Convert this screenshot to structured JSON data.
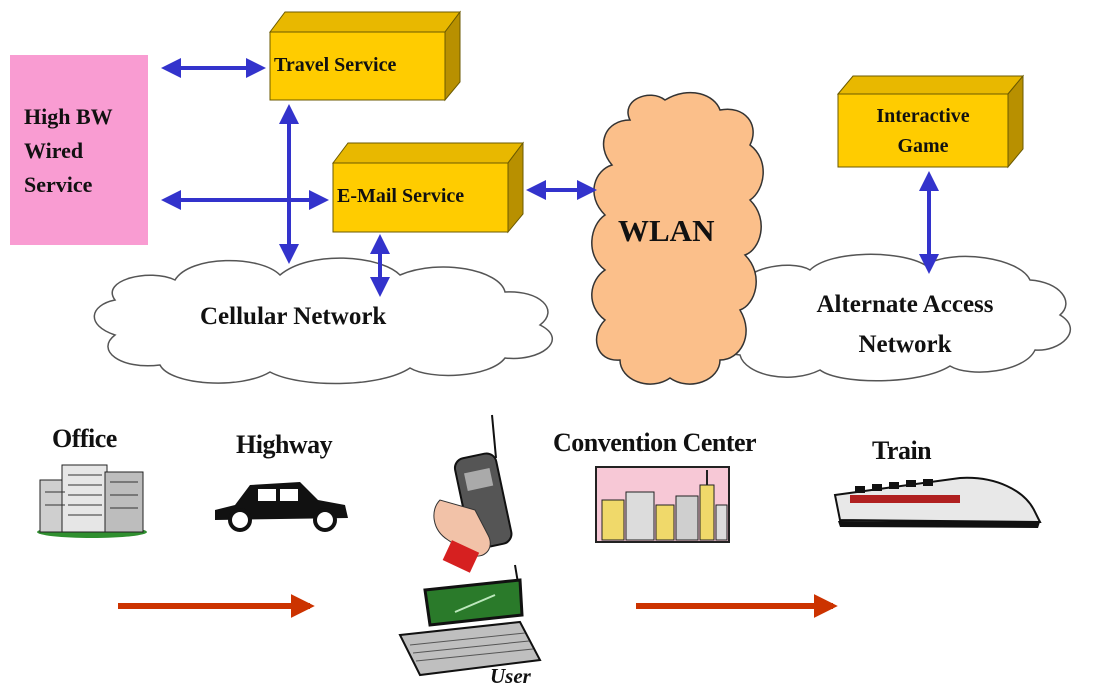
{
  "wired_service": {
    "line1": "High BW",
    "line2": "Wired",
    "line3": "Service"
  },
  "services": {
    "travel": "Travel Service",
    "email": "E-Mail Service",
    "game_line1": "Interactive",
    "game_line2": "Game"
  },
  "networks": {
    "wlan": "WLAN",
    "cellular": "Cellular Network",
    "alternate_line1": "Alternate Access",
    "alternate_line2": "Network"
  },
  "locations": {
    "office": "Office",
    "highway": "Highway",
    "convention": "Convention Center",
    "train": "Train",
    "user": "User"
  },
  "colors": {
    "service_box": "#ffcc00",
    "wired_box": "#f99cd2",
    "wlan_cloud": "#fbbf8a",
    "link_arrow": "#3333cc",
    "travel_arrow": "#cc3300"
  },
  "icons": [
    "office-building-icon",
    "car-icon",
    "cell-phone-icon",
    "laptop-icon",
    "city-skyline-icon",
    "train-icon"
  ]
}
